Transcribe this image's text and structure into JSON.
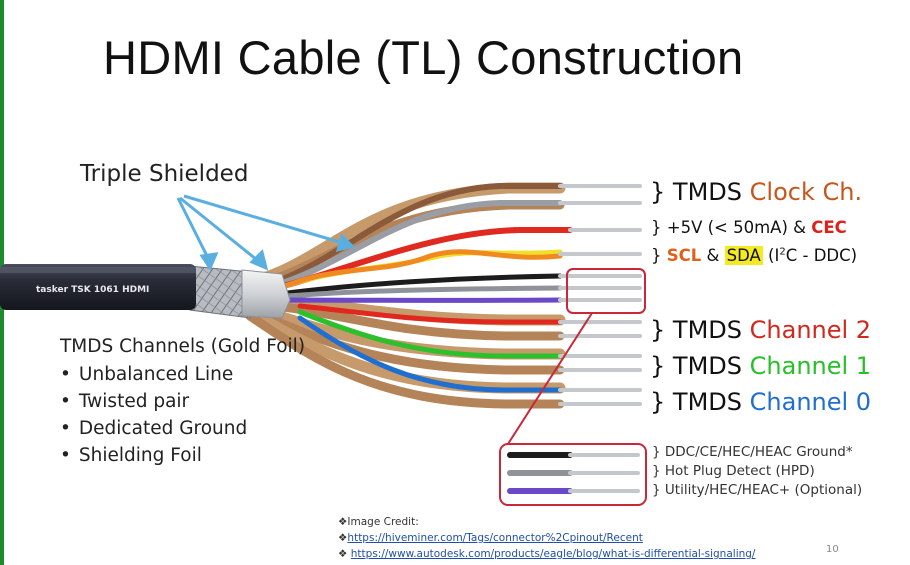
{
  "title": "HDMI Cable (TL) Construction",
  "callout_triple": "Triple Shielded",
  "cable_print": "tasker  TSK 1061  HDMI",
  "labels": {
    "bracket": "}",
    "clock_prefix": "TMDS ",
    "clock_colored": "Clock Ch.",
    "power_text": "+5V (< 50mA) & ",
    "power_cec": "CEC",
    "scl": "SCL",
    "amp": " & ",
    "sda": "SDA",
    "i2c_pre": "  (I",
    "i2c_sup": "2",
    "i2c_post": "C - DDC)",
    "ch_prefix": "TMDS ",
    "ch2": "Channel 2",
    "ch1": "Channel 1",
    "ch0": "Channel 0",
    "ground": "DDC/CE/HEC/HEAC Ground*",
    "hpd": "Hot Plug Detect (HPD)",
    "utility": "Utility/HEC/HEAC+ (Optional)"
  },
  "tmds_info": {
    "heading": "TMDS Channels (Gold Foil)",
    "bullets": [
      "Unbalanced Line",
      "Twisted pair",
      "Dedicated Ground",
      "Shielding Foil"
    ]
  },
  "credits": {
    "heading": "❖Image Credit:",
    "marker": "❖",
    "marker_spaced": "❖ ",
    "link1": "https://hiveminer.com/Tags/connector%2Cpinout/Recent",
    "link2": "https://www.autodesk.com/products/eagle/blog/what-is-differential-signaling/"
  },
  "page_number": "10",
  "colors": {
    "title": "#111111",
    "accent_green": "#1e8a2e",
    "highlight_box": "#c8283a",
    "clock": "#c8561b",
    "cec": "#e0201a",
    "sda_highlight": "#f4ea22",
    "channel2": "#d0281e",
    "channel1": "#28c028",
    "channel0": "#1f6fd0",
    "arrow": "#5aaee0",
    "link": "#1f4fa8"
  }
}
